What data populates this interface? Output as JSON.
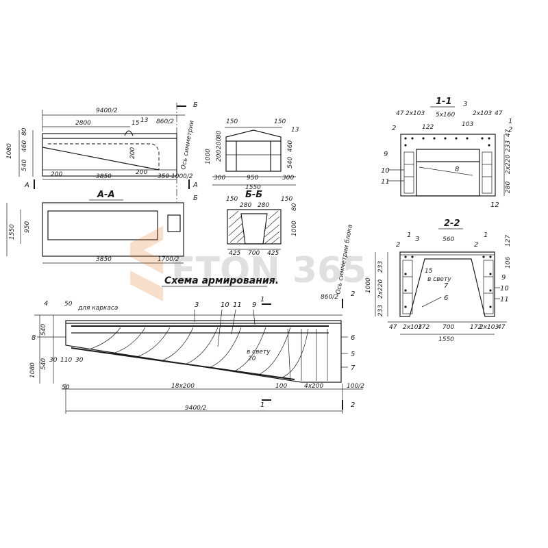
{
  "drawing": {
    "title": "Схема армирования.",
    "section_labels": {
      "aa": "А-А",
      "bb": "Б-Б",
      "s11": "1-1",
      "s22": "2-2",
      "A": "А",
      "B": "Б",
      "n1": "1",
      "n2": "2"
    },
    "side_view": {
      "d_9400_2": "9400/2",
      "d_2800": "2800",
      "d_15": "15",
      "d_13": "13",
      "d_860_2": "860/2",
      "d_80": "80",
      "d_460": "460",
      "d_540": "540",
      "d_1080": "1080",
      "d_200a": "200",
      "d_3850": "3850",
      "d_200b": "200",
      "d_200c": "200",
      "d_350": "350",
      "d_1000_2": "1000/2",
      "axis": "Ось симметрии"
    },
    "end_view": {
      "d_150a": "150",
      "d_150b": "150",
      "d_13": "13",
      "d_80": "80",
      "d_200a": "200",
      "d_200b": "200",
      "d_1000": "1000",
      "d_540": "540",
      "d_460": "460",
      "d_300a": "300",
      "d_950": "950",
      "d_300b": "300",
      "d_1550": "1550"
    },
    "plan_view": {
      "d_1550": "1550",
      "d_950": "950",
      "d_3850": "3850",
      "d_1700_2": "1700/2"
    },
    "section_bb": {
      "d_150a": "150",
      "d_150b": "150",
      "d_280a": "280",
      "d_280b": "280",
      "d_80": "80",
      "d_1000": "1000",
      "d_425a": "425",
      "d_700": "700",
      "d_425b": "425"
    },
    "section_11": {
      "title": "1-1",
      "d_47a": "47",
      "d_2x103a": "2x103",
      "d_3": "3",
      "d_5x160": "5x160",
      "d_2x103b": "2x103",
      "d_47b": "47",
      "d_2": "2",
      "d_122": "122",
      "d_103": "103",
      "d_47c": "47",
      "d_233": "233",
      "d_2x220": "2x220",
      "d_280": "280",
      "m9": "9",
      "m10": "10",
      "m11": "11",
      "m8": "8",
      "m12": "12",
      "m2": "2",
      "m1": "1"
    },
    "section_22": {
      "title": "2-2",
      "m1a": "1",
      "m2a": "2",
      "m3": "3",
      "d_560": "560",
      "m2b": "2",
      "m1b": "1",
      "d_127": "127",
      "d_106": "106",
      "m9": "9",
      "m10": "10",
      "m11": "11",
      "m6": "6",
      "m7": "7",
      "d_15": "15",
      "svetu": "в свету",
      "d_1000": "1000",
      "d_233a": "233",
      "d_2x220": "2x220",
      "d_233b": "233",
      "d_47a": "47",
      "d_2x103a": "2x103",
      "d_172a": "172",
      "d_700": "700",
      "d_172b": "172",
      "d_2x103b": "2x103",
      "d_47b": "47",
      "d_1550": "1550"
    },
    "reinforcement": {
      "m4": "4",
      "d_50": "50",
      "frame_note": "для каркаса",
      "m3": "3",
      "m10": "10",
      "m11": "11",
      "m9": "9",
      "d_860_2": "860/2",
      "axis_block": "Ось симметрии блока",
      "m8": "8",
      "d_540a": "540",
      "d_1080": "1080",
      "d_540b": "540",
      "d_30a": "30",
      "d_110": "110",
      "d_30b": "30",
      "svetu": "в свету",
      "d_20": "20",
      "m6": "6",
      "m5": "5",
      "m7": "7",
      "d_50b": "50",
      "d_18x200": "18x200",
      "d_100a": "100",
      "d_4x200": "4x200",
      "d_100_2": "100/2",
      "d_9400_2": "9400/2"
    },
    "watermark": "ETON 365"
  }
}
